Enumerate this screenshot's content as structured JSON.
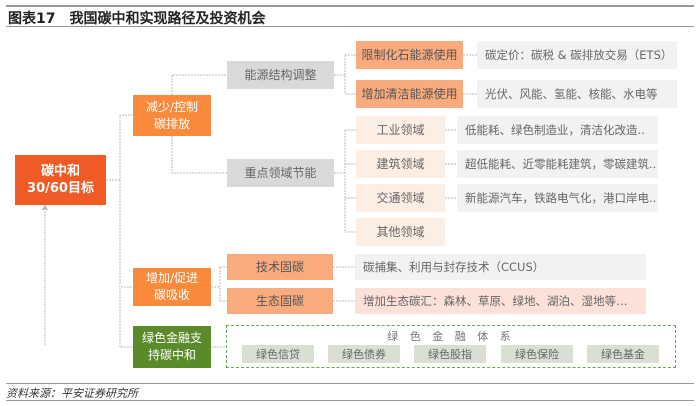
{
  "title": "图表17　我国碳中和实现路径及投资机会",
  "source": "资料来源：平安证券研究所",
  "root": "碳中和 30/60目标",
  "branches": {
    "reduce": "减少/控制碳排放",
    "absorb": "增加/促进碳吸收",
    "finance": "绿色金融支持碳中和"
  },
  "energy_structure": {
    "label": "能源结构调整",
    "items": [
      {
        "label": "限制化石能源使用",
        "detail": "碳定价：碳税 & 碳排放交易（ETS）"
      },
      {
        "label": "增加清洁能源使用",
        "detail": "光伏、风能、氢能、核能、水电等"
      }
    ]
  },
  "key_sectors": {
    "label": "重点领域节能",
    "items": [
      {
        "label": "工业领域",
        "detail": "低能耗、绿色制造业，清洁化改造.."
      },
      {
        "label": "建筑领域",
        "detail": "超低能耗、近零能耗建筑，零碳建筑.."
      },
      {
        "label": "交通领域",
        "detail": "新能源汽车，铁路电气化，港口岸电.."
      },
      {
        "label": "其他领域"
      }
    ]
  },
  "sequestration": [
    {
      "label": "技术固碳",
      "detail": "碳捕集、利用与封存技术（CCUS）"
    },
    {
      "label": "生态固碳",
      "detail": "增加生态碳汇：森林、草原、绿地、湖泊、湿地等…"
    }
  ],
  "green_finance": {
    "header": "绿 色 金 融 体 系",
    "items": [
      "绿色信贷",
      "绿色债券",
      "绿色股指",
      "绿色保险",
      "绿色基金"
    ]
  },
  "colors": {
    "root": "#f05a24",
    "branch": "#f98a3b",
    "finance": "#5b8a2b",
    "level3_orange": "#f9ab7d",
    "level3_light": "#fdeee4",
    "gray": "#d9d9d9",
    "light_gray": "#f2f2f2",
    "pink": "#fbe1d7"
  }
}
